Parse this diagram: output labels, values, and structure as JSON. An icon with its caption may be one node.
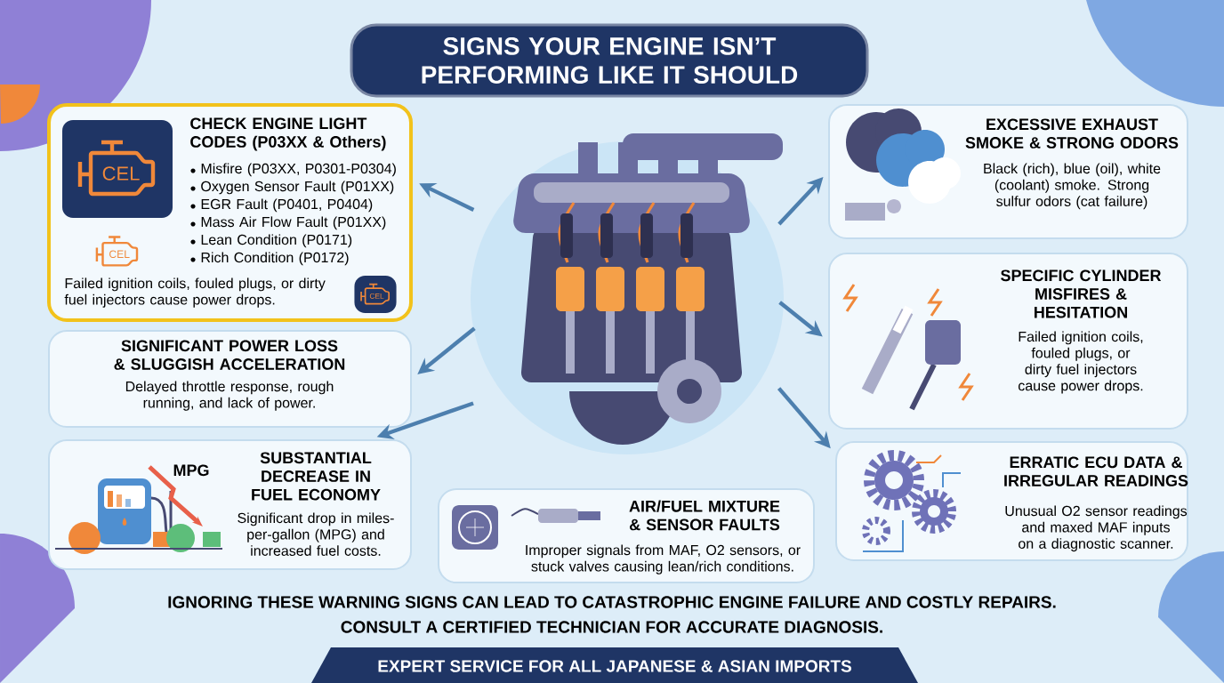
{
  "diagram": {
    "title": "SIGNS YOUR ENGINE ISN’T PERFORMING LIKE IT SHOULD",
    "nodes": [
      {
        "text": [],
        "shape": "picture"
      },
      {
        "text": [
          "CHECK ENGINE LIGHT CODES (P03XX & Others)",
          "Misfire (P03XX, P0301-P0304)",
          "Oxygen Sensor Fault (P01XX)",
          "EGR Fault (P0401, P0404)",
          "Mass Air Flow Fault (P01XX)",
          "Lean Condition (P0171)",
          "Rich Condition (P0172)",
          "Failed ignition coils, fouled plugs, or dirty fuel injectors cause power drops."
        ]
      },
      {
        "text": [
          "SIGNIFICANT POWER LOSS & SLUGGISH ACCELERATION",
          "Delayed throttle response, rough running, and lack of power."
        ]
      },
      {
        "text": [
          "SUBSTANTIAL DECREASE IN FUEL ECONOMY",
          "Significant drop in miles-per-gallon (MPG) and increased fuel costs."
        ]
      },
      {
        "text": [
          "AIR/FUEL MIXTURE & SENSOR FAULTS",
          "Improper signals from MAF, O2 sensors, or stuck valves causing lean/rich conditions."
        ]
      },
      {
        "text": [
          "EXCESSIVE EXHAUST SMOKE & STRONG ODORS",
          "Black (rich), blue (oil), white (coolant) smoke. Strong sulfur odors (cat failure)"
        ]
      },
      {
        "text": [
          "SPECIFIC CYLINDER MISFIRES & HESITATION",
          "Failed ignition coils, fouled plugs, or dirty fuel injectors cause power drops."
        ]
      },
      {
        "text": [
          "ERRATIC ECU DATA & IRREGULAR READINGS",
          "Unusual O2 sensor readings and maxed MAF inputs on a diagnostic scanner."
        ]
      }
    ],
    "edges": [
      {
        "from": 0,
        "to": 1,
        "arrow": "to"
      },
      {
        "from": 0,
        "to": 2,
        "arrow": "to"
      },
      {
        "from": 0,
        "to": 3,
        "arrow": "to"
      },
      {
        "from": 0,
        "to": 5,
        "arrow": "to"
      },
      {
        "from": 0,
        "to": 6,
        "arrow": "to"
      },
      {
        "from": 0,
        "to": 7,
        "arrow": "to"
      }
    ],
    "labels": [
      "CEL",
      "CEL",
      "MPG",
      "CEL",
      "IGNORING THESE WARNING SIGNS CAN LEAD TO CATASTROPHIC ENGINE FAILURE AND COSTLY REPAIRS.",
      "CONSULT A CERTIFIED TECHNICIAN FOR ACCURATE DIAGNOSIS.",
      "EXPERT SERVICE FOR ALL JAPANESE & ASIAN IMPORTS"
    ]
  }
}
